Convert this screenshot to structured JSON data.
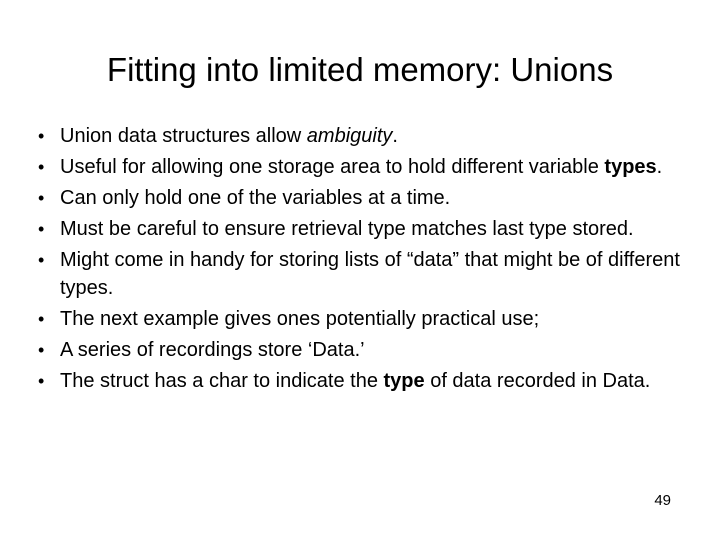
{
  "title": "Fitting into limited memory: Unions",
  "page_number": "49",
  "bullet_char": "•",
  "colors": {
    "background": "#ffffff",
    "text": "#000000"
  },
  "bullets": [
    {
      "segments": [
        {
          "text": "Union data structures allow "
        },
        {
          "text": "ambiguity",
          "italic": true
        },
        {
          "text": "."
        }
      ]
    },
    {
      "segments": [
        {
          "text": "Useful for allowing one storage area to hold different variable "
        },
        {
          "text": "types",
          "bold": true
        },
        {
          "text": "."
        }
      ]
    },
    {
      "segments": [
        {
          "text": "Can only hold one of the variables at a time."
        }
      ]
    },
    {
      "segments": [
        {
          "text": "Must be careful to ensure retrieval type matches last type stored."
        }
      ]
    },
    {
      "segments": [
        {
          "text": "Might come in handy for storing lists of “data” that might be of different types."
        }
      ]
    },
    {
      "segments": [
        {
          "text": "The next example gives ones potentially practical use;"
        }
      ]
    },
    {
      "segments": [
        {
          "text": "A series of recordings store ‘Data.’"
        }
      ]
    },
    {
      "segments": [
        {
          "text": "The struct has a char to indicate the "
        },
        {
          "text": "type",
          "bold": true
        },
        {
          "text": " of data recorded in Data."
        }
      ]
    }
  ]
}
